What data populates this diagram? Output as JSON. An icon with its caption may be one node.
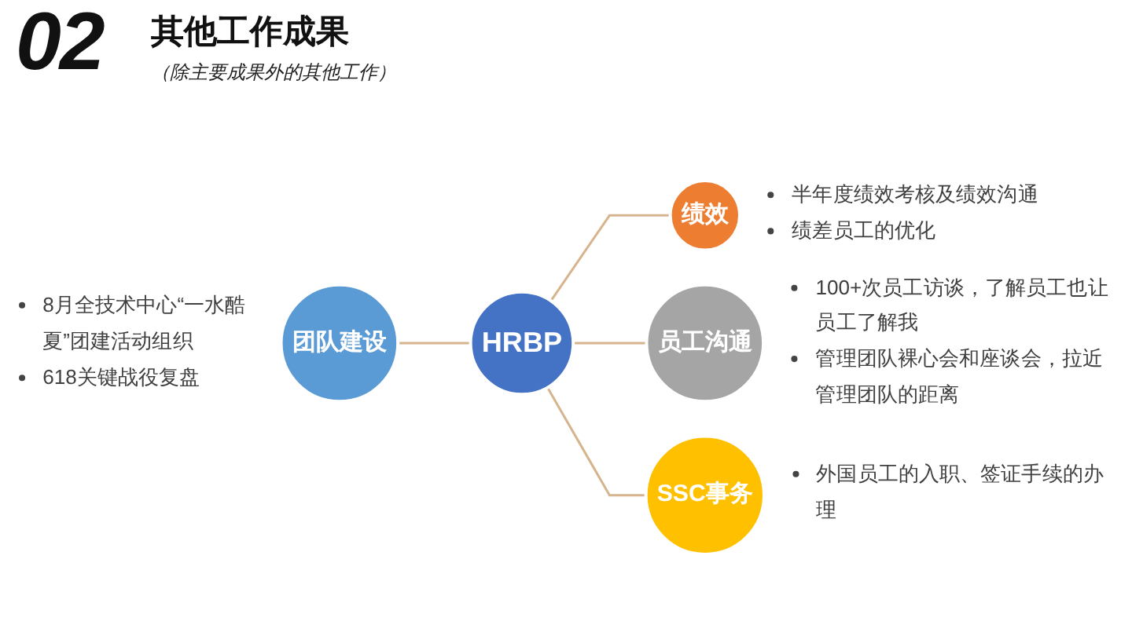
{
  "diagram": {
    "title": "其他工作成果",
    "nodes": [
      {
        "text": [
          "绩效"
        ],
        "beside": [
          "半年度绩效考核及绩效沟通",
          "绩差员工的优化"
        ]
      },
      {
        "text": [
          "团队建设"
        ],
        "beside": [
          "8月全技术中心“一水酷夏”团建活动组织",
          "618关键战役复盘"
        ]
      },
      {
        "text": [
          "HRBP"
        ]
      },
      {
        "text": [
          "员工沟通"
        ],
        "beside": [
          "100+次员工访谈，了解员工也让员工了解我",
          "管理团队裸心会和座谈会，拉近管理团队的距离"
        ]
      },
      {
        "text": [
          "SSC事务"
        ],
        "beside": [
          "外国员工的入职、签证手续的办理"
        ]
      }
    ],
    "edges": [
      {
        "from": 1,
        "to": 2,
        "arrow": "none"
      },
      {
        "from": 2,
        "to": 0,
        "arrow": "none"
      },
      {
        "from": 2,
        "to": 3,
        "arrow": "none"
      },
      {
        "from": 2,
        "to": 4,
        "arrow": "none"
      }
    ],
    "labels": [
      "02",
      "（除主要成果外的其他工作）"
    ]
  }
}
